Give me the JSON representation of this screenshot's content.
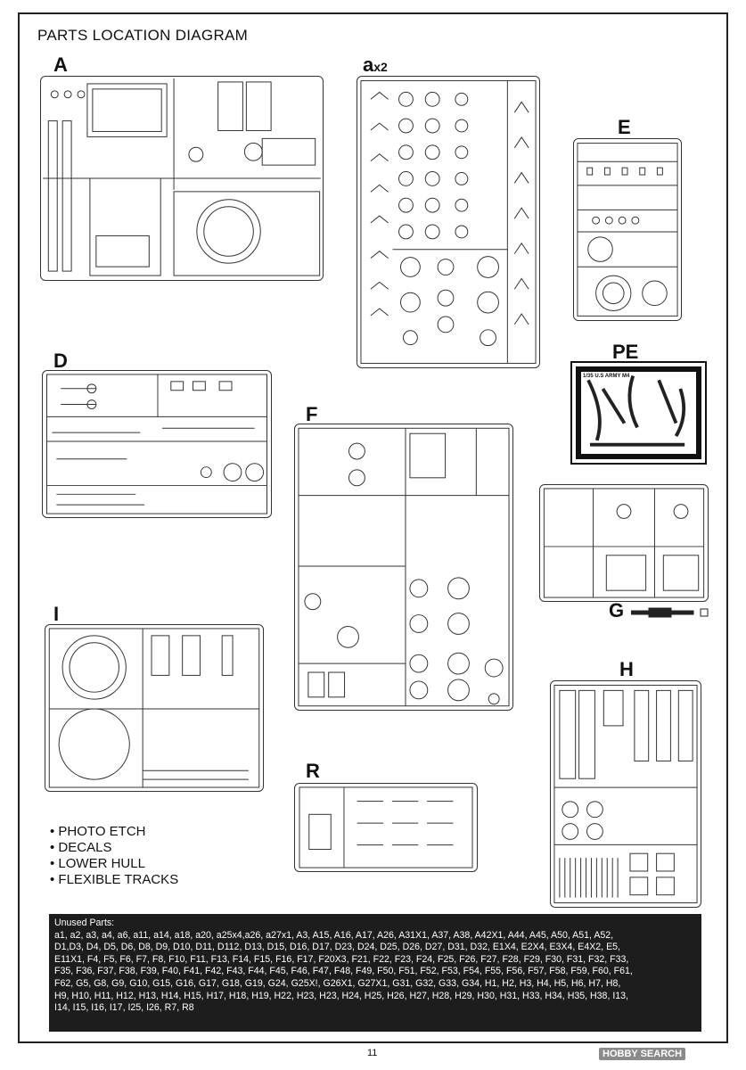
{
  "title": "PARTS LOCATION DIAGRAM",
  "sprues": {
    "A": "A",
    "a": "a",
    "a_mult": "x2",
    "E": "E",
    "D": "D",
    "PE": "PE",
    "F": "F",
    "I": "I",
    "G": "G",
    "H": "H",
    "R": "R"
  },
  "pe_caption": "1/35 U.S ARMY M4",
  "extras": [
    "PHOTO ETCH",
    "DECALS",
    "LOWER HULL",
    "FLEXIBLE TRACKS"
  ],
  "unused_heading": "Unused Parts:",
  "unused_lines": [
    "a1, a2, a3, a4, a6, a11, a14, a18, a20, a25x4,a26, a27x1, A3, A15, A16, A17, A26, A31X1, A37, A38, A42X1, A44, A45, A50, A51, A52,",
    "D1,D3, D4, D5, D6, D8, D9, D10, D11, D112, D13, D15, D16, D17, D23, D24, D25, D26, D27, D31, D32, E1X4, E2X4, E3X4, E4X2, E5,",
    "E11X1, F4, F5, F6, F7, F8, F10, F11, F13, F14, F15, F16, F17, F20X3, F21, F22, F23, F24, F25, F26, F27, F28, F29, F30, F31, F32, F33,",
    "F35, F36, F37, F38, F39, F40, F41, F42, F43, F44, F45, F46, F47, F48, F49, F50, F51, F52, F53, F54, F55, F56, F57, F58, F59, F60, F61,",
    "F62, G5, G8, G9, G10, G15, G16, G17, G18, G19, G24, G25X!, G26X1, G27X1, G31, G32, G33, G34, H1, H2, H3, H4, H5, H6, H7, H8,",
    "H9, H10, H11, H12, H13, H14, H15, H17, H18, H19, H22, H23, H23, H24, H25, H26, H27, H28, H29, H30, H31, H33, H34, H35, H38, I13,",
    "I14, I15, I16, I17, I25, I26, R7, R8"
  ],
  "page_number": "11",
  "watermark": "HOBBY SEARCH"
}
